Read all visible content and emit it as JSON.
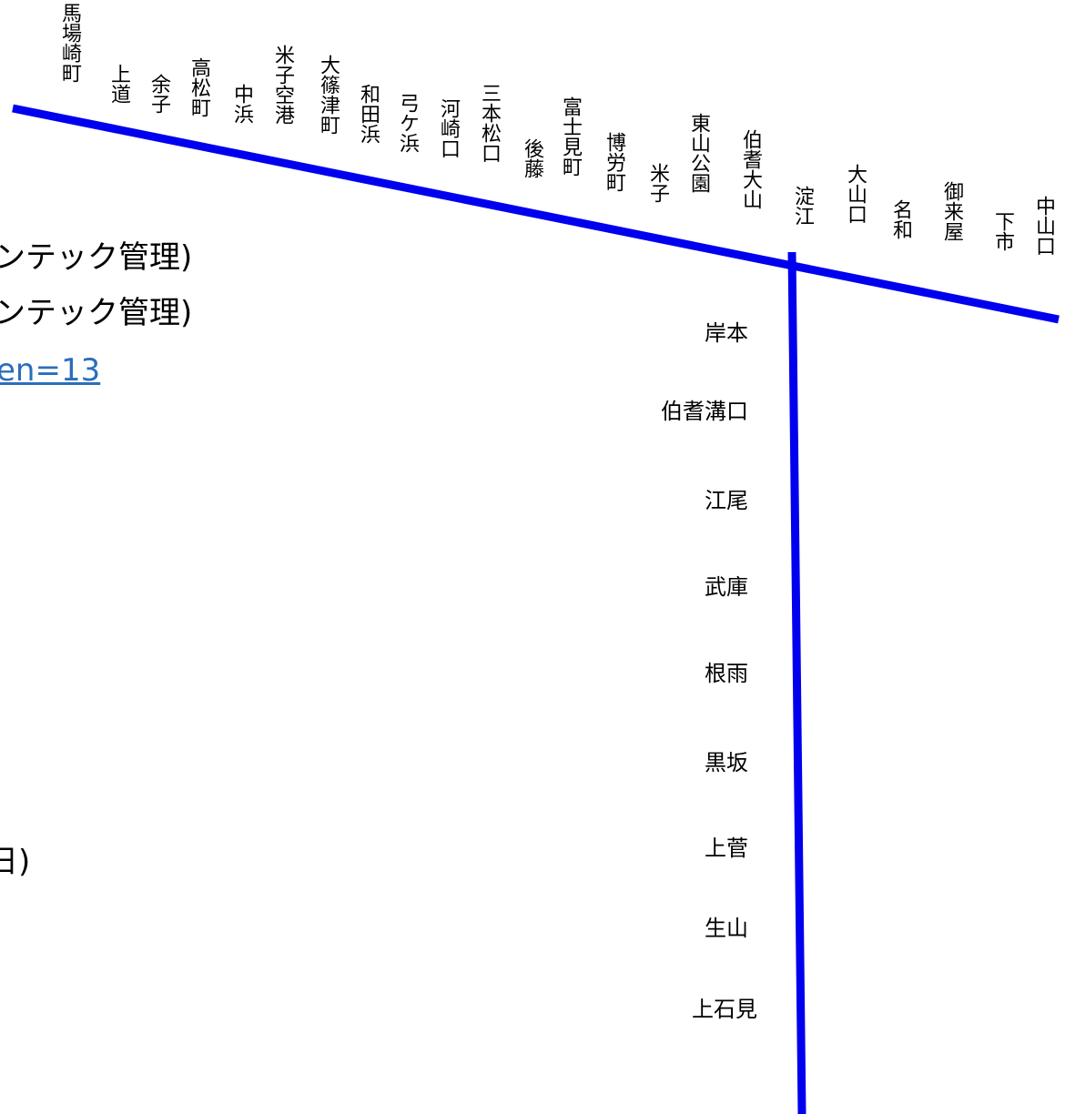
{
  "line_color": "#0000ee",
  "link_color": "#2a6ebb",
  "background_text": {
    "line1": "ンテック管理)",
    "line2": "ンテック管理)",
    "link": "en=13",
    "line4": "日)"
  },
  "main_line_stations": [
    "馬場崎町",
    "上道",
    "余子",
    "高松町",
    "中浜",
    "米子空港",
    "大篠津町",
    "和田浜",
    "弓ケ浜",
    "河崎口",
    "三本松口",
    "後藤",
    "富士見町",
    "博労町",
    "米子",
    "東山公園",
    "伯耆大山",
    "淀江",
    "大山口",
    "名和",
    "御来屋",
    "下市",
    "中山口"
  ],
  "branch_line_stations": [
    "岸本",
    "伯耆溝口",
    "江尾",
    "武庫",
    "根雨",
    "黒坂",
    "上菅",
    "生山",
    "上石見"
  ]
}
